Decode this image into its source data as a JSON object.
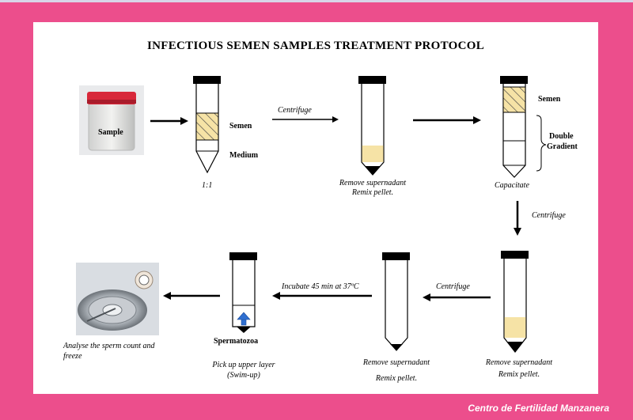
{
  "title": "INFECTIOUS  SEMEN SAMPLES TREATMENT  PROTOCOL",
  "sample_label": "Sample",
  "tube1": {
    "semen": "Semen",
    "medium": "Medium",
    "ratio": "1:1"
  },
  "step_centrifuge_1": "Centrifuge",
  "tube2": {
    "caption_line1": "Remove supernadant",
    "caption_line2": "Remix pellet."
  },
  "tube3": {
    "semen": "Semen",
    "gradient_line1": "Double",
    "gradient_line2": "Gradient",
    "caption": "Capacitate"
  },
  "step_centrifuge_2": "Centrifuge",
  "tube4": {
    "caption_line1": "Remove supernadant",
    "caption_line2": "Remix pellet."
  },
  "step_centrifuge_3": "Centrifuge",
  "tube5": {
    "caption_line1": "Remove supernadant",
    "caption_line2": "Remix pellet."
  },
  "step_incubate": "Incubate 45 min  at 37ºC",
  "tube6": {
    "label": "Spermatozoa",
    "caption_line1": "Pick up upper layer",
    "caption_line2": "(Swim-up)"
  },
  "final": {
    "caption_line1": "Analyse the sperm count and",
    "caption_line2": "freeze"
  },
  "footer": "Centro de Fertilidad Manzanera",
  "colors": {
    "background": "#ec4e8c",
    "panel": "#ffffff",
    "semen_fill": "#f6e3a6",
    "pellet": "#000000",
    "arrow_blue": "#2f6fd0",
    "cap_red": "#d8283a"
  }
}
